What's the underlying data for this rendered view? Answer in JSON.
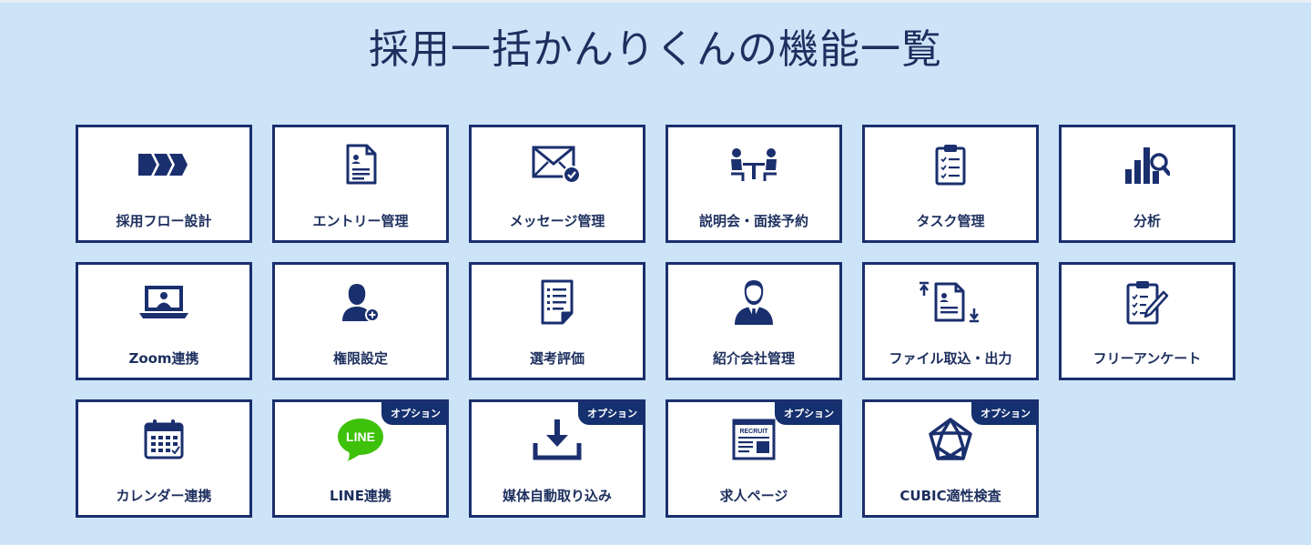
{
  "title": "採用一括かんりくんの機能一覧",
  "colors": {
    "background": "#cde4f8",
    "navy": "#1a2f6e",
    "card": "#ffffff",
    "line_green": "#3ec10a"
  },
  "option_badge": "オプション",
  "features": [
    {
      "label": "採用フロー設計",
      "icon": "flow-arrows-icon",
      "option": false
    },
    {
      "label": "エントリー管理",
      "icon": "entry-document-icon",
      "option": false
    },
    {
      "label": "メッセージ管理",
      "icon": "envelope-check-icon",
      "option": false
    },
    {
      "label": "説明会・面接予約",
      "icon": "meeting-table-icon",
      "option": false
    },
    {
      "label": "タスク管理",
      "icon": "clipboard-checklist-icon",
      "option": false
    },
    {
      "label": "分析",
      "icon": "bar-chart-magnifier-icon",
      "option": false
    },
    {
      "label": "Zoom連携",
      "icon": "laptop-person-icon",
      "option": false
    },
    {
      "label": "権限設定",
      "icon": "user-plus-icon",
      "option": false
    },
    {
      "label": "選考評価",
      "icon": "evaluation-sheet-icon",
      "option": false
    },
    {
      "label": "紹介会社管理",
      "icon": "businessman-icon",
      "option": false
    },
    {
      "label": "ファイル取込・出力",
      "icon": "file-import-export-icon",
      "option": false
    },
    {
      "label": "フリーアンケート",
      "icon": "survey-clipboard-pen-icon",
      "option": false
    },
    {
      "label": "カレンダー連携",
      "icon": "calendar-icon",
      "option": false
    },
    {
      "label": "LINE連携",
      "icon": "line-logo-icon",
      "option": true,
      "logo_text": "LINE"
    },
    {
      "label": "媒体自動取り込み",
      "icon": "download-tray-icon",
      "option": true
    },
    {
      "label": "求人ページ",
      "icon": "recruit-page-icon",
      "option": true,
      "logo_text": "RECRUIT"
    },
    {
      "label": "CUBIC適性検査",
      "icon": "polyhedron-icon",
      "option": true
    }
  ]
}
